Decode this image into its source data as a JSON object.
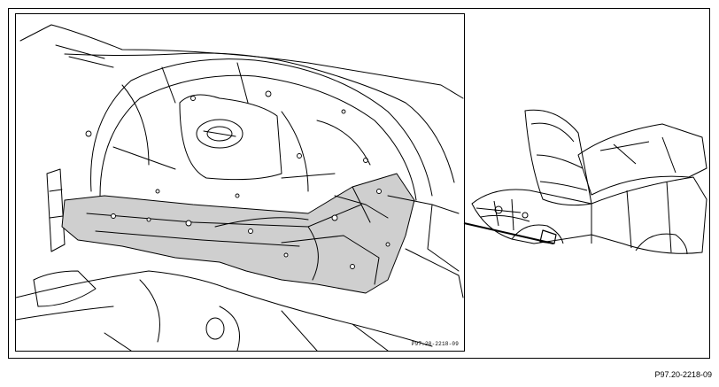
{
  "figure": {
    "inner_reference": "P97.20-2218-09",
    "outer_reference": "P97.20-2218-09",
    "highlight_color": "#cfcfcf",
    "line_color": "#000000"
  },
  "detail_view": {
    "subject": "front-wheelhouse-and-side-member-area",
    "highlighted_part": "longitudinal-member-section"
  },
  "overview_view": {
    "subject": "vehicle-body-shell-with-open-hood"
  }
}
